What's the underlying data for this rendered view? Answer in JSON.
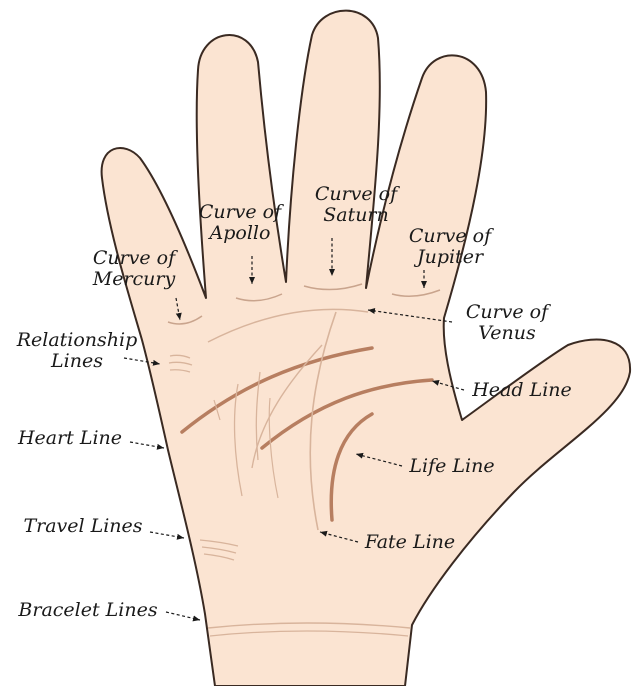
{
  "colors": {
    "skin": "#fbe4d2",
    "skin_outline": "#3a2a22",
    "major_line": "#b77e60",
    "minor_line": "#d8b49c",
    "text": "#1a1a1a"
  },
  "labels": {
    "curve_apollo": [
      "Curve of",
      "Apollo"
    ],
    "curve_saturn": [
      "Curve of",
      "Saturn"
    ],
    "curve_jupiter": [
      "Curve of",
      "Jupiter"
    ],
    "curve_mercury": [
      "Curve of",
      "Mercury"
    ],
    "curve_venus": [
      "Curve of",
      "Venus"
    ],
    "relationship_lines": [
      "Relationship",
      "Lines"
    ],
    "head_line": "Head Line",
    "heart_line": "Heart Line",
    "life_line": "Life Line",
    "travel_lines": "Travel Lines",
    "fate_line": "Fate Line",
    "bracelet_lines": "Bracelet Lines"
  }
}
